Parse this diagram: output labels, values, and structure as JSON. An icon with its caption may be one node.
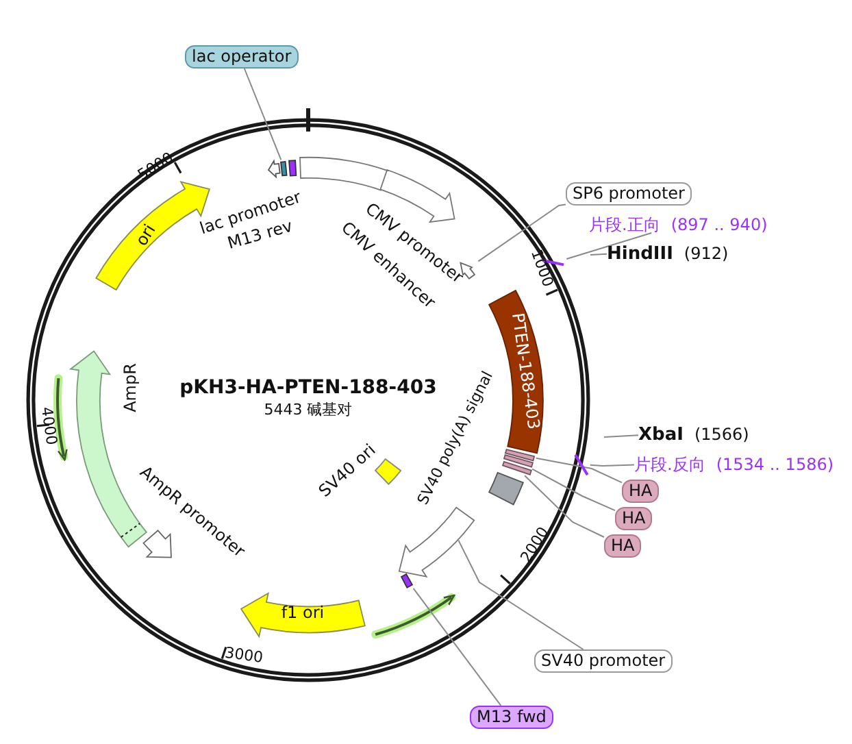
{
  "diagram": {
    "title": "pKH3-HA-PTEN-188-403",
    "nodes": [
      {
        "text": [
          "ori"
        ]
      },
      {
        "text": [
          "lac promoter"
        ]
      },
      {
        "text": [],
        "shape": "box"
      },
      {
        "text": [
          "M13 rev"
        ]
      },
      {
        "text": [
          "CMV enhancer"
        ]
      },
      {
        "text": [
          "CMV promoter"
        ]
      },
      {
        "text": [
          "lac operator"
        ]
      },
      {
        "text": [],
        "shape": "arrow"
      },
      {
        "text": [
          "SP6 promoter"
        ]
      },
      {
        "text": [],
        "shape": "bar"
      },
      {
        "text": [
          "片段.正向",
          "(897 .. 940)"
        ]
      },
      {
        "text": [
          "HindIII",
          "(912)"
        ]
      },
      {
        "text": [
          "PTEN-188-403"
        ]
      },
      {
        "text": [],
        "shape": "bar"
      },
      {
        "text": [
          "XbaI",
          "(1566)"
        ]
      },
      {
        "text": [
          "片段.反向",
          "(1534 .. 1586)"
        ]
      },
      {
        "text": [],
        "shape": "box"
      },
      {
        "text": [],
        "shape": "box"
      },
      {
        "text": [],
        "shape": "box"
      },
      {
        "text": [
          "HA"
        ]
      },
      {
        "text": [
          "HA"
        ]
      },
      {
        "text": [
          "HA"
        ]
      },
      {
        "text": [
          "SV40 poly(A) signal"
        ]
      },
      {
        "text": [],
        "shape": "arrow"
      },
      {
        "text": [
          "SV40 promoter"
        ]
      },
      {
        "text": [
          "SV40 ori"
        ]
      },
      {
        "text": [],
        "shape": "bar"
      },
      {
        "text": [
          "M13 fwd"
        ]
      },
      {
        "text": [
          "f1 ori"
        ]
      },
      {
        "text": [
          "AmpR promoter"
        ]
      },
      {
        "text": [
          "AmpR"
        ]
      }
    ],
    "edges": [
      {
        "from": 6,
        "to": 2,
        "arrow": "none"
      },
      {
        "from": 8,
        "to": 7,
        "arrow": "none"
      },
      {
        "from": 10,
        "to": 9,
        "arrow": "none"
      },
      {
        "from": 11,
        "to": null,
        "arrow": "none"
      },
      {
        "from": 14,
        "to": null,
        "arrow": "none"
      },
      {
        "from": 15,
        "to": 13,
        "arrow": "none"
      },
      {
        "from": 19,
        "to": 16,
        "arrow": "none"
      },
      {
        "from": 20,
        "to": 17,
        "arrow": "none"
      },
      {
        "from": 21,
        "to": 18,
        "arrow": "none"
      },
      {
        "from": 24,
        "to": 23,
        "arrow": "none"
      },
      {
        "from": 27,
        "to": 26,
        "arrow": "none"
      }
    ],
    "labels": [
      "5443 碱基对",
      "1000",
      "2000",
      "3000",
      "4000",
      "5000"
    ]
  }
}
